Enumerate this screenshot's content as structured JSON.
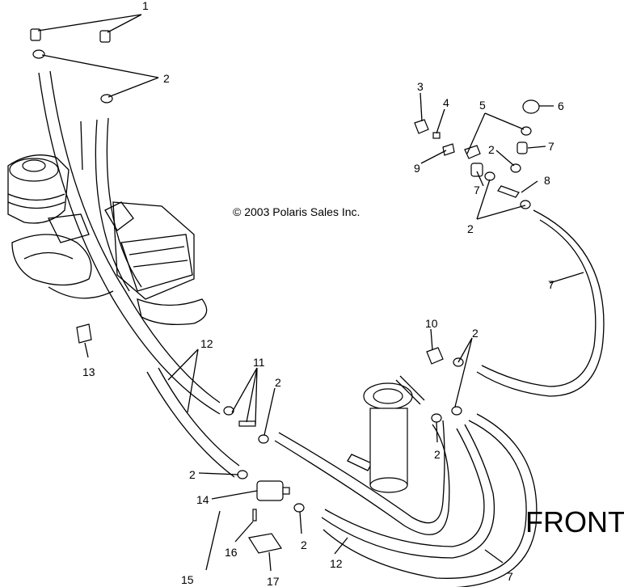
{
  "copyright": "© 2003 Polaris Sales Inc.",
  "direction_label": "FRONT",
  "callouts": {
    "c1": "1",
    "c2a": "2",
    "c3": "3",
    "c4": "4",
    "c5": "5",
    "c6": "6",
    "c2b": "2",
    "c7a": "7",
    "c9": "9",
    "c7b": "7",
    "c8": "8",
    "c2c": "2",
    "c7c": "7",
    "c10": "10",
    "c2d": "2",
    "c12a": "12",
    "c11": "11",
    "c2e": "2",
    "c13": "13",
    "c2f": "2",
    "c2g": "2",
    "c14": "14",
    "c2h": "2",
    "c16": "16",
    "c15": "15",
    "c17": "17",
    "c12b": "12",
    "c7d": "7"
  }
}
